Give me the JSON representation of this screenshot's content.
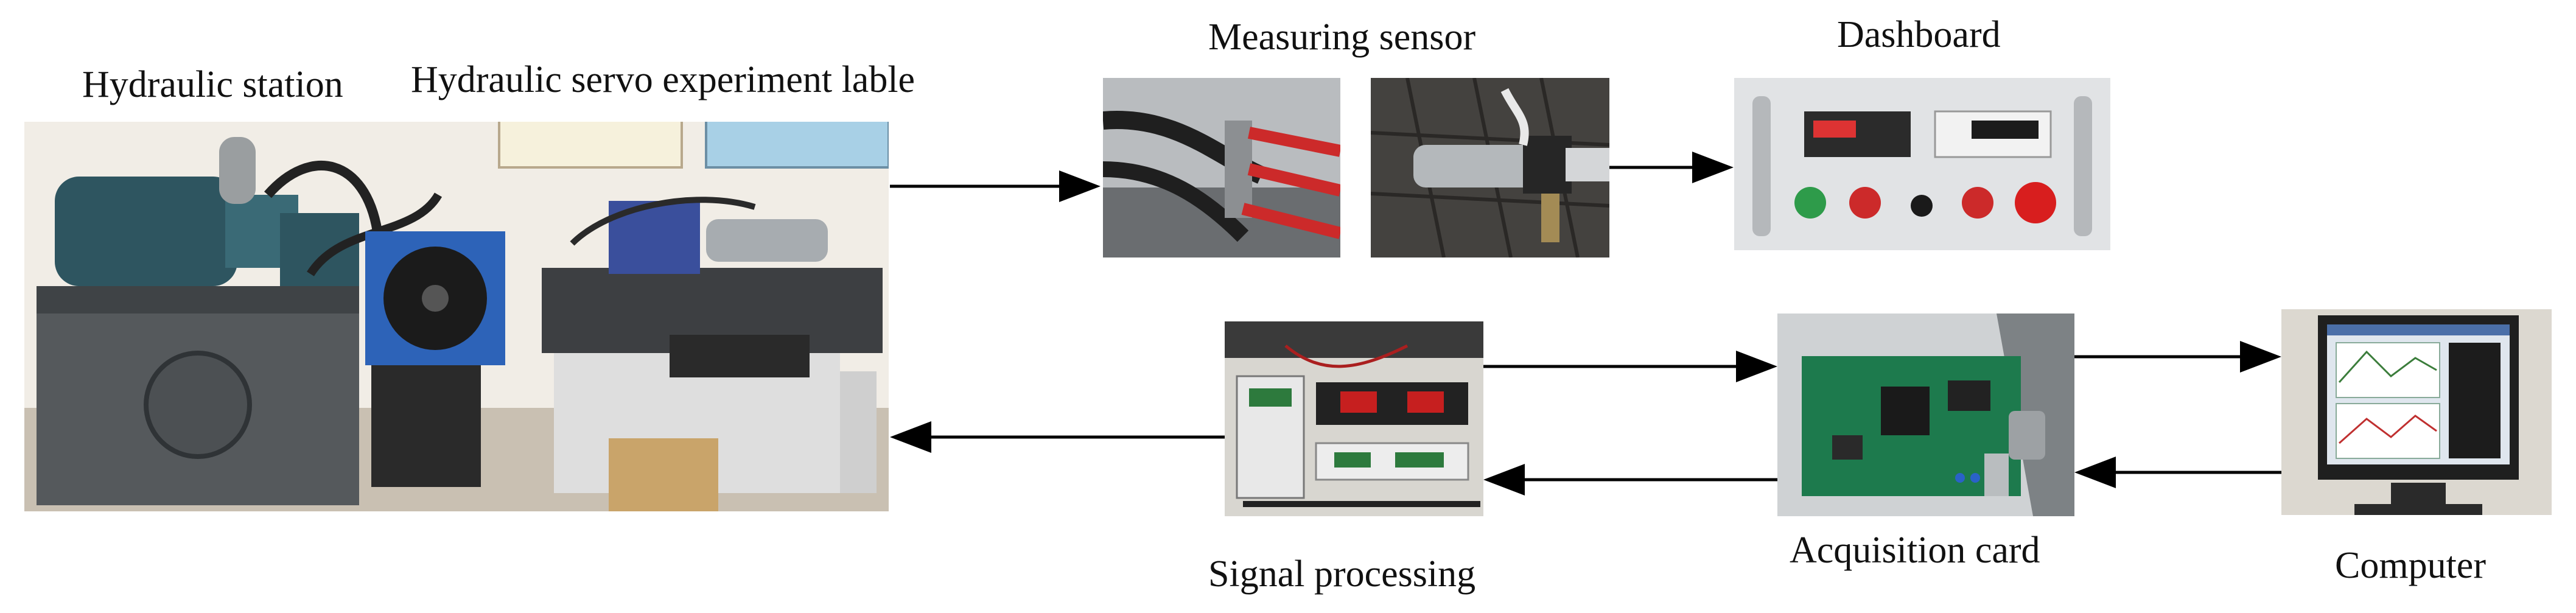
{
  "labels": {
    "hydraulic_station": "Hydraulic station",
    "servo_table": "Hydraulic servo experiment lable",
    "measuring_sensor": "Measuring sensor",
    "dashboard": "Dashboard",
    "signal_processing": "Signal processing",
    "acquisition_card": "Acquisition card",
    "computer": "Computer"
  },
  "colors": {
    "arrow": "#000000",
    "station_teal": "#2e5560",
    "cooler_blue": "#2d63b8",
    "table_grey": "#dedede",
    "board_green": "#1d7a4d",
    "red_hose": "#cc2a2a",
    "panel_grey": "#e1e3e5"
  },
  "icons": {
    "photo_hydraulic_system": "hydraulic-station-and-test-bench-photo",
    "photo_sensor_1": "hoses-and-pressure-sensor-photo",
    "photo_sensor_2": "displacement-sensor-photo",
    "photo_dashboard": "control-panel-photo",
    "photo_signal": "signal-processing-rack-photo",
    "photo_card": "acquisition-card-pcb-photo",
    "photo_computer": "computer-monitor-photo"
  }
}
